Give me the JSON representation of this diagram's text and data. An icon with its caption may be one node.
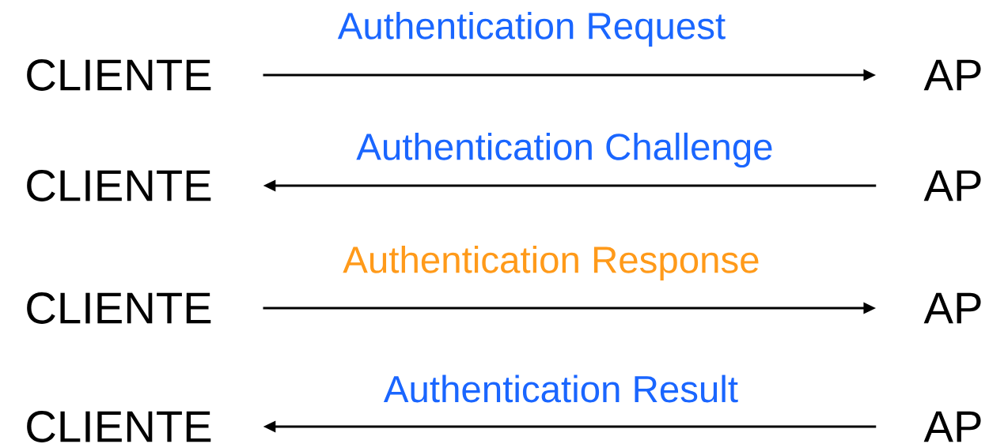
{
  "diagram": {
    "nodes": [
      {
        "text": [
          "CLIENTE"
        ]
      },
      {
        "text": [
          "AP"
        ]
      },
      {
        "text": [
          "CLIENTE"
        ]
      },
      {
        "text": [
          "AP"
        ]
      },
      {
        "text": [
          "CLIENTE"
        ]
      },
      {
        "text": [
          "AP"
        ]
      },
      {
        "text": [
          "CLIENTE"
        ]
      },
      {
        "text": [
          "AP"
        ]
      }
    ],
    "edges": [
      {
        "from": 0,
        "to": 1,
        "arrow": "to",
        "label": "Authentication Request"
      },
      {
        "from": 3,
        "to": 2,
        "arrow": "to",
        "label": "Authentication Challenge"
      },
      {
        "from": 4,
        "to": 5,
        "arrow": "to",
        "label": "Authentication Response"
      },
      {
        "from": 7,
        "to": 6,
        "arrow": "to",
        "label": "Authentication Result"
      }
    ]
  }
}
